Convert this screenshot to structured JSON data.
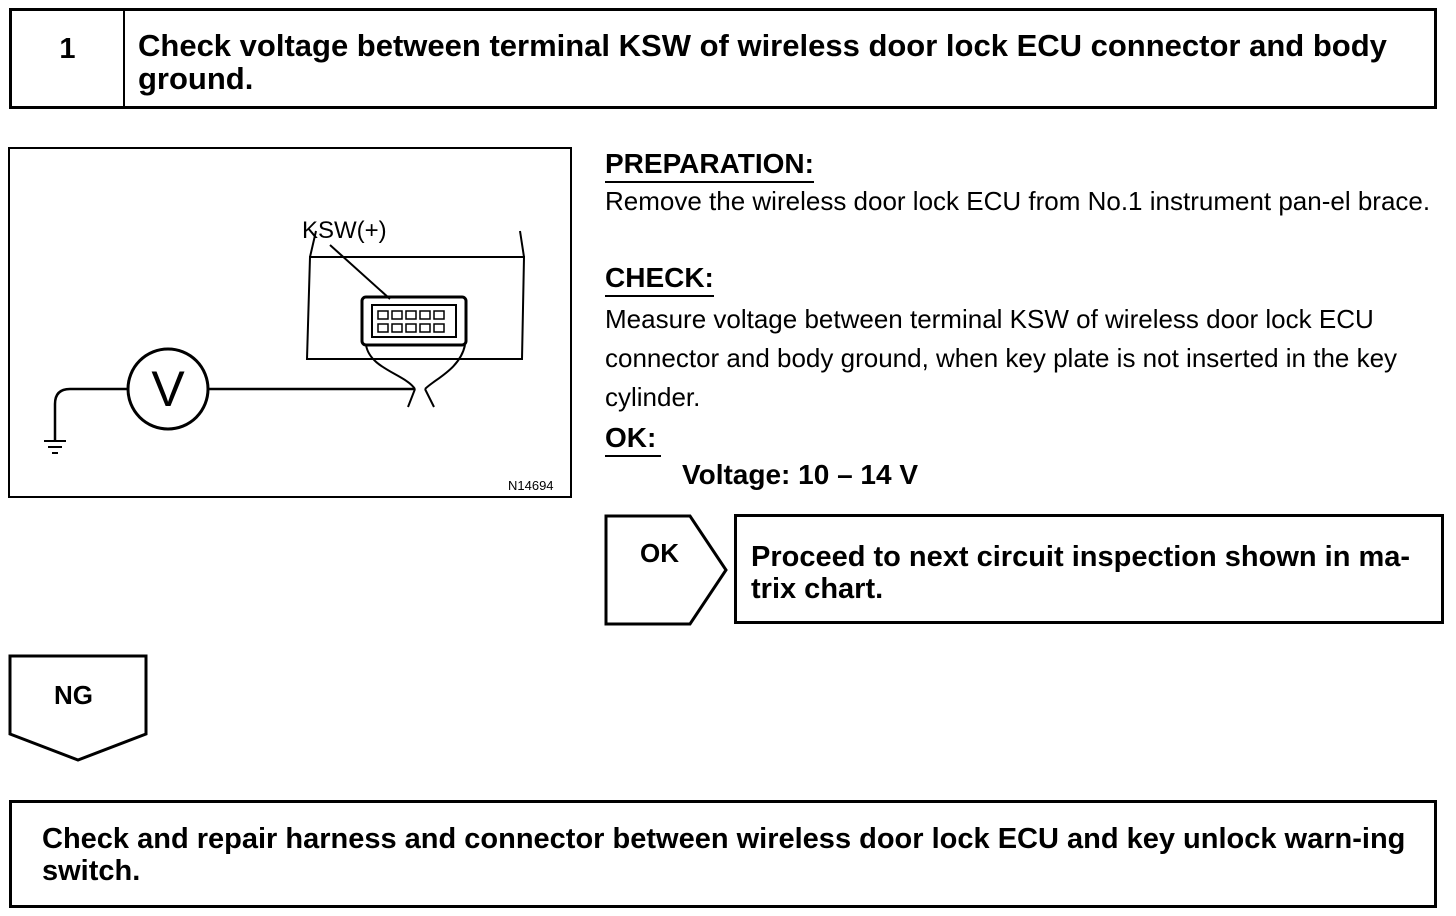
{
  "step": {
    "number": "1",
    "title": "Check voltage between terminal KSW of wireless door lock ECU connector and body ground."
  },
  "figure": {
    "terminal_label": "KSW(+)",
    "meter_symbol": "V",
    "figure_id": "N14694"
  },
  "preparation": {
    "heading": "PREPARATION:",
    "text": "Remove the wireless door lock ECU from No.1 instrument pan-el brace."
  },
  "check": {
    "heading": "CHECK:",
    "text": "Measure voltage between terminal KSW of wireless door lock ECU connector and body ground, when key plate is not inserted in the key cylinder."
  },
  "ok_spec": {
    "heading": "OK:",
    "value": "Voltage: 10 – 14 V"
  },
  "ok_result": {
    "badge": "OK",
    "text": "Proceed to next circuit inspection shown in ma-trix chart."
  },
  "ng_result": {
    "badge": "NG",
    "text": "Check and repair harness and connector between wireless door lock ECU and key unlock warn-ing switch."
  }
}
